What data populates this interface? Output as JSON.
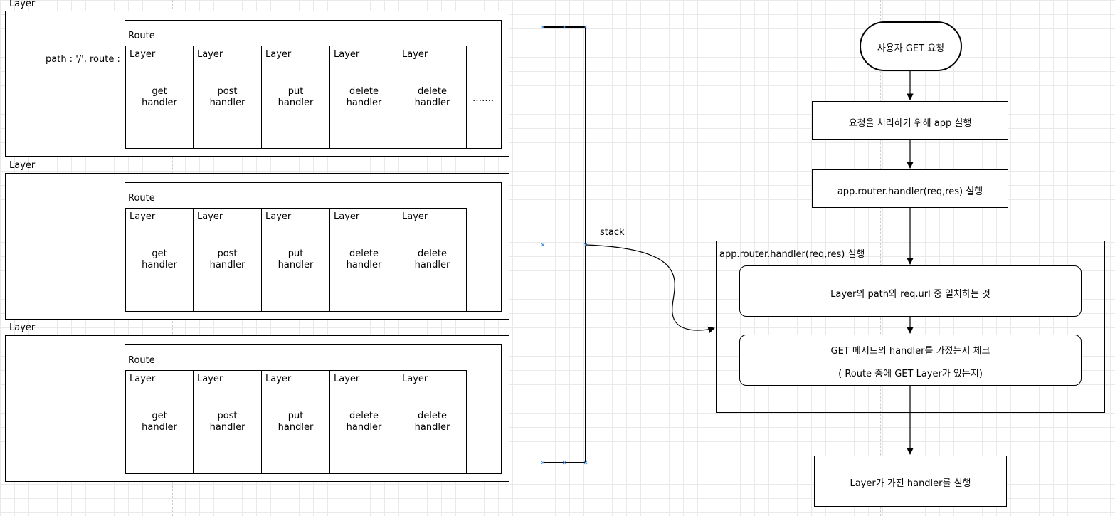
{
  "stacks": [
    {
      "layer_label": "Layer",
      "path_text": "path : '/', route  :",
      "route_label": "Route",
      "cells": [
        {
          "label": "Layer",
          "line1": "get",
          "line2": "handler"
        },
        {
          "label": "Layer",
          "line1": "post",
          "line2": "handler"
        },
        {
          "label": "Layer",
          "line1": "put",
          "line2": "handler"
        },
        {
          "label": "Layer",
          "line1": "delete",
          "line2": "handler"
        },
        {
          "label": "Layer",
          "line1": "delete",
          "line2": "handler"
        }
      ],
      "more": "……."
    },
    {
      "layer_label": "Layer",
      "route_label": "Route",
      "cells": [
        {
          "label": "Layer",
          "line1": "get",
          "line2": "handler"
        },
        {
          "label": "Layer",
          "line1": "post",
          "line2": "handler"
        },
        {
          "label": "Layer",
          "line1": "put",
          "line2": "handler"
        },
        {
          "label": "Layer",
          "line1": "delete",
          "line2": "handler"
        },
        {
          "label": "Layer",
          "line1": "delete",
          "line2": "handler"
        }
      ]
    },
    {
      "layer_label": "Layer",
      "route_label": "Route",
      "cells": [
        {
          "label": "Layer",
          "line1": "get",
          "line2": "handler"
        },
        {
          "label": "Layer",
          "line1": "post",
          "line2": "handler"
        },
        {
          "label": "Layer",
          "line1": "put",
          "line2": "handler"
        },
        {
          "label": "Layer",
          "line1": "delete",
          "line2": "handler"
        },
        {
          "label": "Layer",
          "line1": "delete",
          "line2": "handler"
        }
      ]
    }
  ],
  "stack_label": "stack",
  "flow": {
    "start": "사용자 GET 요청",
    "step1": "요청을 처리하기 위해 app 실행",
    "step2": "app.router.handler(req,res) 실행",
    "group_title": "app.router.handler(req,res) 실행",
    "sub1": "Layer의 path와 req.url 중 일치하는 것",
    "sub2_line1": "GET 메서드의 handler를 가졌는지 체크",
    "sub2_line2": "( Route 중에 GET Layer가 있는지)",
    "end": "Layer가 가진 handler를 실행"
  },
  "colors": {
    "selection_marker": "#4a90d9",
    "line": "#000000"
  }
}
